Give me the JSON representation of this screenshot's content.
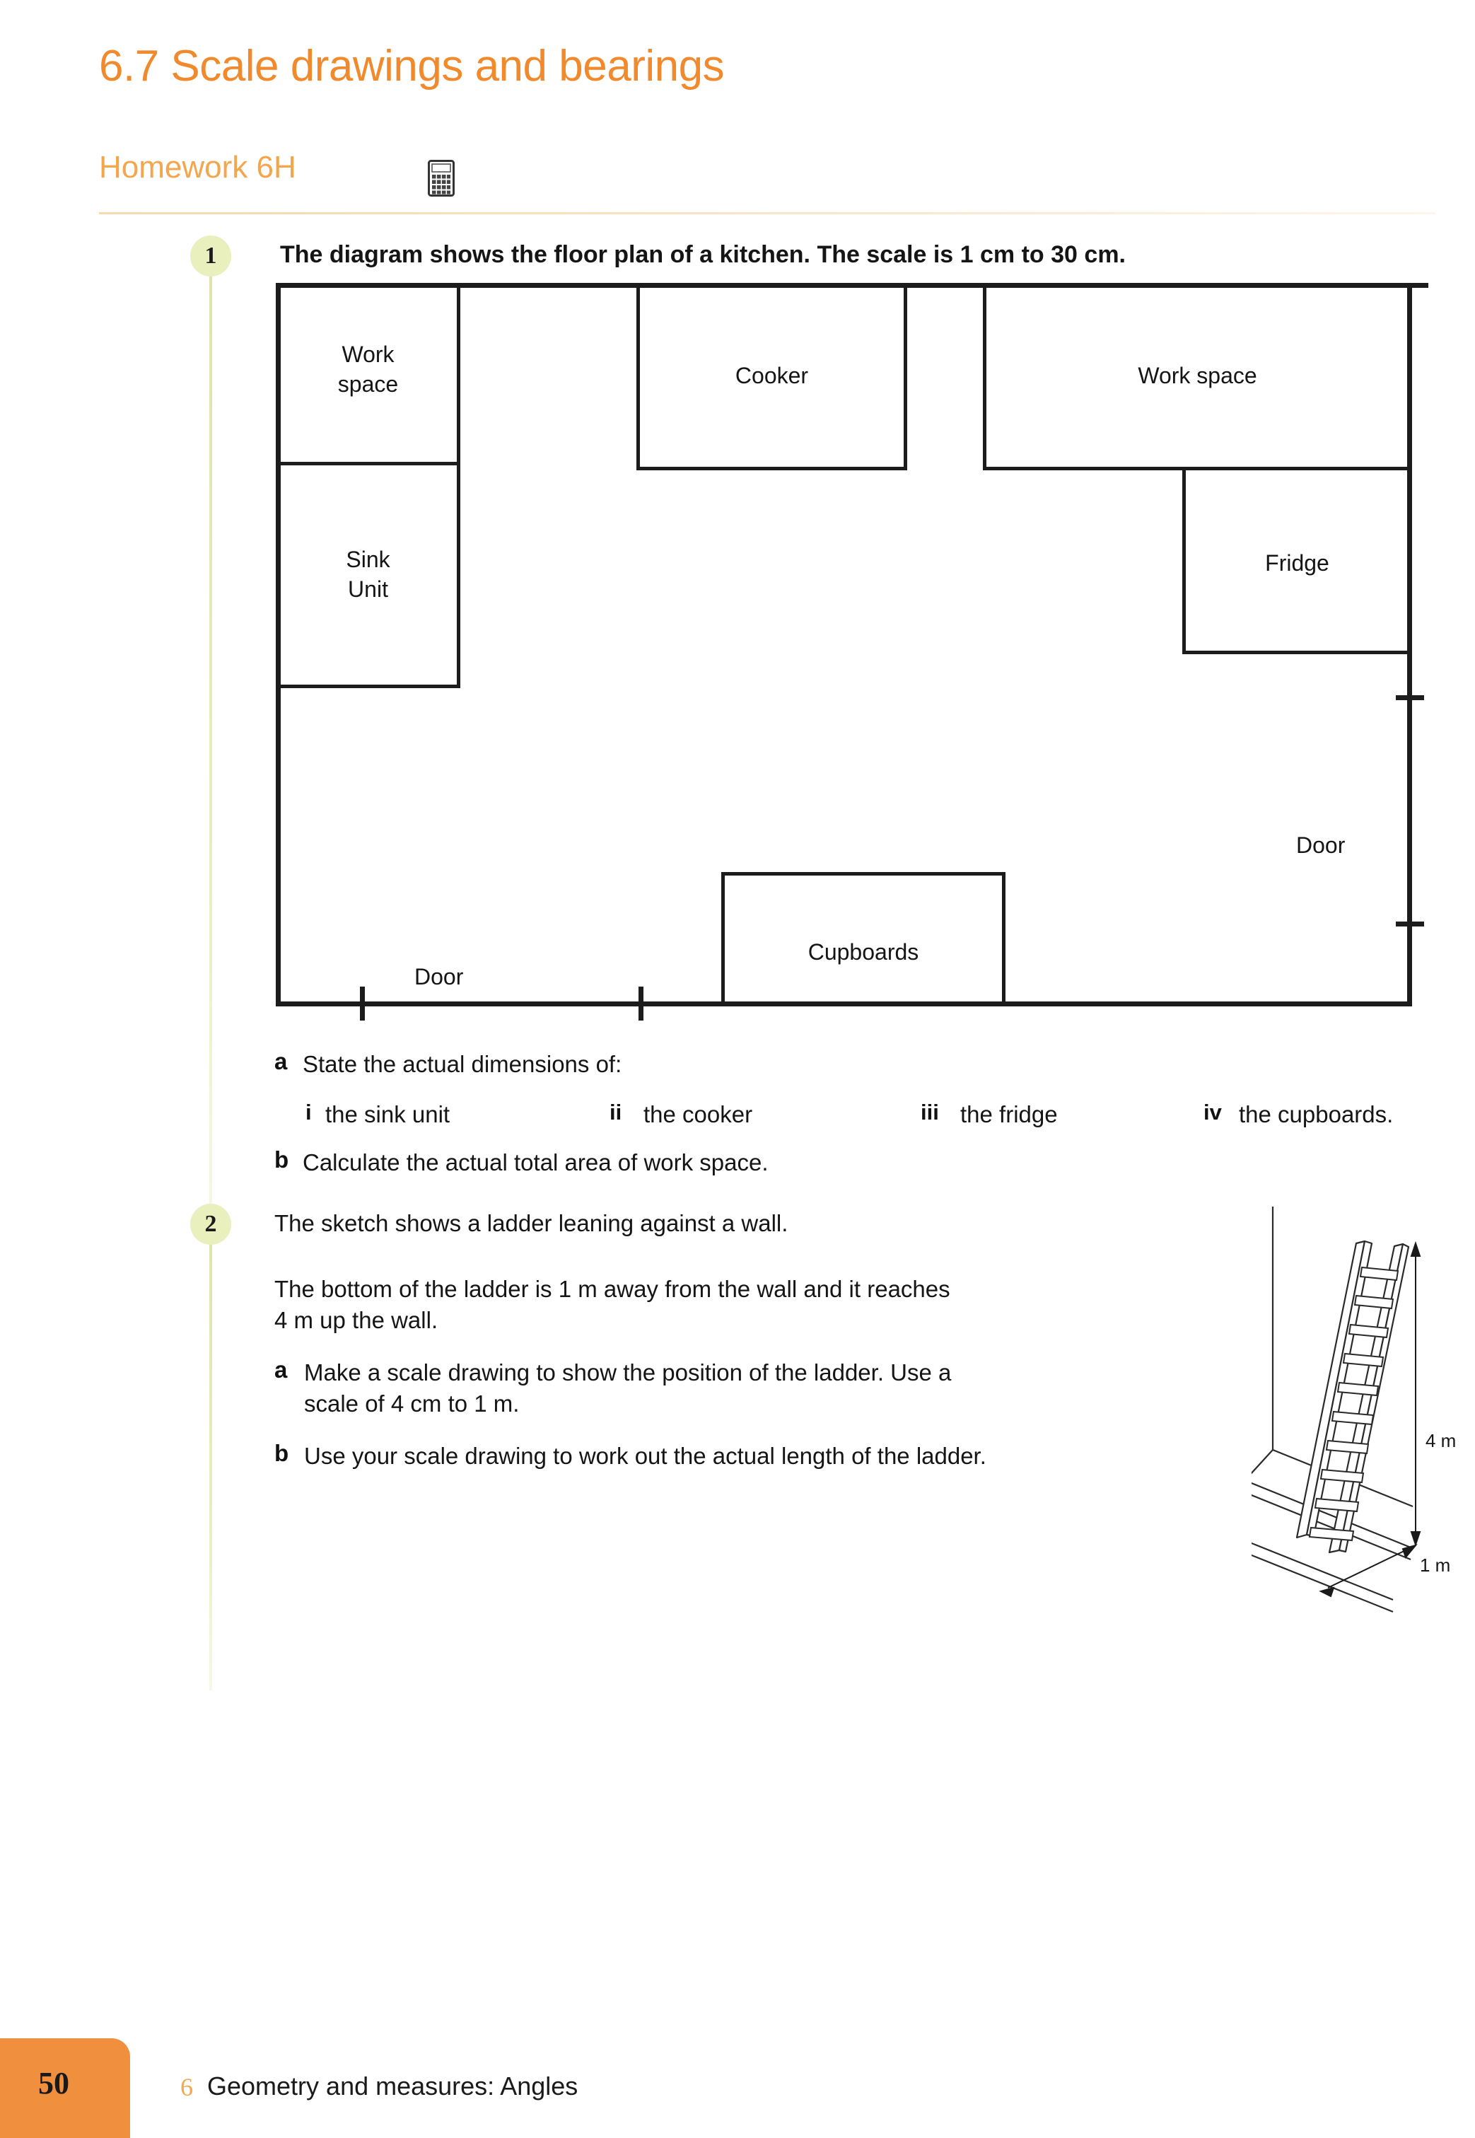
{
  "header": {
    "section_number_title": "6.7 Scale drawings and bearings",
    "homework_label": "Homework 6H",
    "calculator_icon": "calculator-icon",
    "accent_color": "#F08A2C",
    "homework_color": "#F3A64B"
  },
  "questions": [
    {
      "number": "1",
      "stem": "The diagram shows the floor plan of a kitchen. The scale is 1 cm to 30 cm.",
      "parts": [
        {
          "letter": "a",
          "text": "State the actual dimensions of:"
        },
        {
          "letter": "b",
          "text": "Calculate the actual total area of work space."
        }
      ],
      "sub_parts": [
        {
          "numeral": "i",
          "text": "the sink unit"
        },
        {
          "numeral": "ii",
          "text": "the cooker"
        },
        {
          "numeral": "iii",
          "text": "the fridge"
        },
        {
          "numeral": "iv",
          "text": "the cupboards."
        }
      ]
    },
    {
      "number": "2",
      "stem_line1": "The sketch shows a ladder leaning against a wall.",
      "stem_line2": "The bottom of the ladder is 1 m away from the wall and it reaches",
      "stem_line3": "4 m up the wall.",
      "parts": [
        {
          "letter": "a",
          "line1": "Make a scale drawing to show the position of the ladder. Use a",
          "line2": "scale of 4 cm to 1 m."
        },
        {
          "letter": "b",
          "line1": "Use your scale drawing to work out the actual length of the ladder."
        }
      ]
    }
  ],
  "kitchen_plan": {
    "scale_note": "1 cm to 30 cm",
    "units": [
      {
        "name": "work-space-left",
        "label_line1": "Work",
        "label_line2": "space"
      },
      {
        "name": "sink-unit",
        "label_line1": "Sink",
        "label_line2": "Unit"
      },
      {
        "name": "cooker",
        "label": "Cooker"
      },
      {
        "name": "work-space-right",
        "label": "Work space"
      },
      {
        "name": "fridge",
        "label": "Fridge"
      },
      {
        "name": "cupboards",
        "label": "Cupboards"
      }
    ],
    "doors": [
      {
        "name": "door-bottom",
        "label": "Door"
      },
      {
        "name": "door-right",
        "label": "Door"
      }
    ]
  },
  "ladder_sketch": {
    "height_label": "4 m",
    "base_label": "1 m"
  },
  "footer": {
    "page_number": "50",
    "chapter_number": "6",
    "chapter_title": "Geometry and measures: Angles",
    "tab_color": "#F0903E"
  }
}
